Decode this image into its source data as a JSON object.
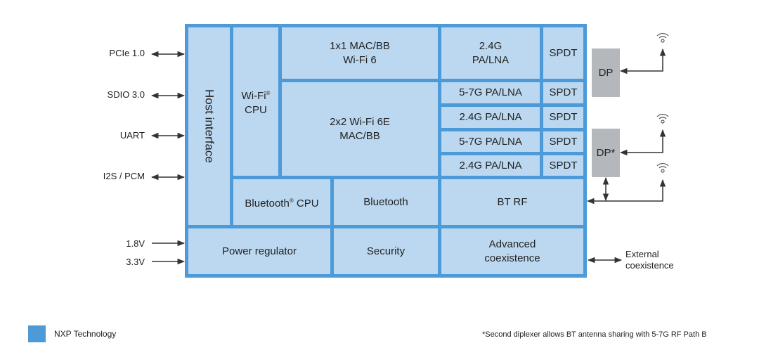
{
  "left_interfaces": [
    "PCIe 1.0",
    "SDIO 3.0",
    "UART",
    "I2S / PCM"
  ],
  "power_inputs": [
    "1.8V",
    "3.3V"
  ],
  "blocks": {
    "host_interface": "Host interface",
    "wifi_cpu_1": "Wi-Fi",
    "wifi_cpu_reg": "®",
    "wifi_cpu_2": "CPU",
    "mac_1x1_1": "1x1 MAC/BB",
    "mac_1x1_2": "Wi-Fi 6",
    "pa_24g_top_1": "2.4G",
    "pa_24g_top_2": "PA/LNA",
    "spdt": "SPDT",
    "mac_2x2_1": "2x2 Wi-Fi 6E",
    "mac_2x2_2": "MAC/BB",
    "pa_rows": [
      "5-7G PA/LNA",
      "2.4G PA/LNA",
      "5-7G PA/LNA",
      "2.4G PA/LNA"
    ],
    "bt_cpu": "Bluetooth",
    "bt_cpu_reg": "®",
    "bt_cpu_2": " CPU",
    "bluetooth": "Bluetooth",
    "bt_rf": "BT RF",
    "power_regulator": "Power regulator",
    "security": "Security",
    "adv_coex_1": "Advanced",
    "adv_coex_2": "coexistence"
  },
  "diplexers": [
    "DP",
    "DP*"
  ],
  "external_1": "External",
  "external_2": "coexistence",
  "legend": "NXP Technology",
  "footnote": "*Second diplexer allows BT antenna sharing with 5-7G RF Path B",
  "colors": {
    "nxp_blue": "#4d9ad9",
    "block_fill": "#bcd8f0",
    "dp_gray": "#b4b7bb"
  }
}
